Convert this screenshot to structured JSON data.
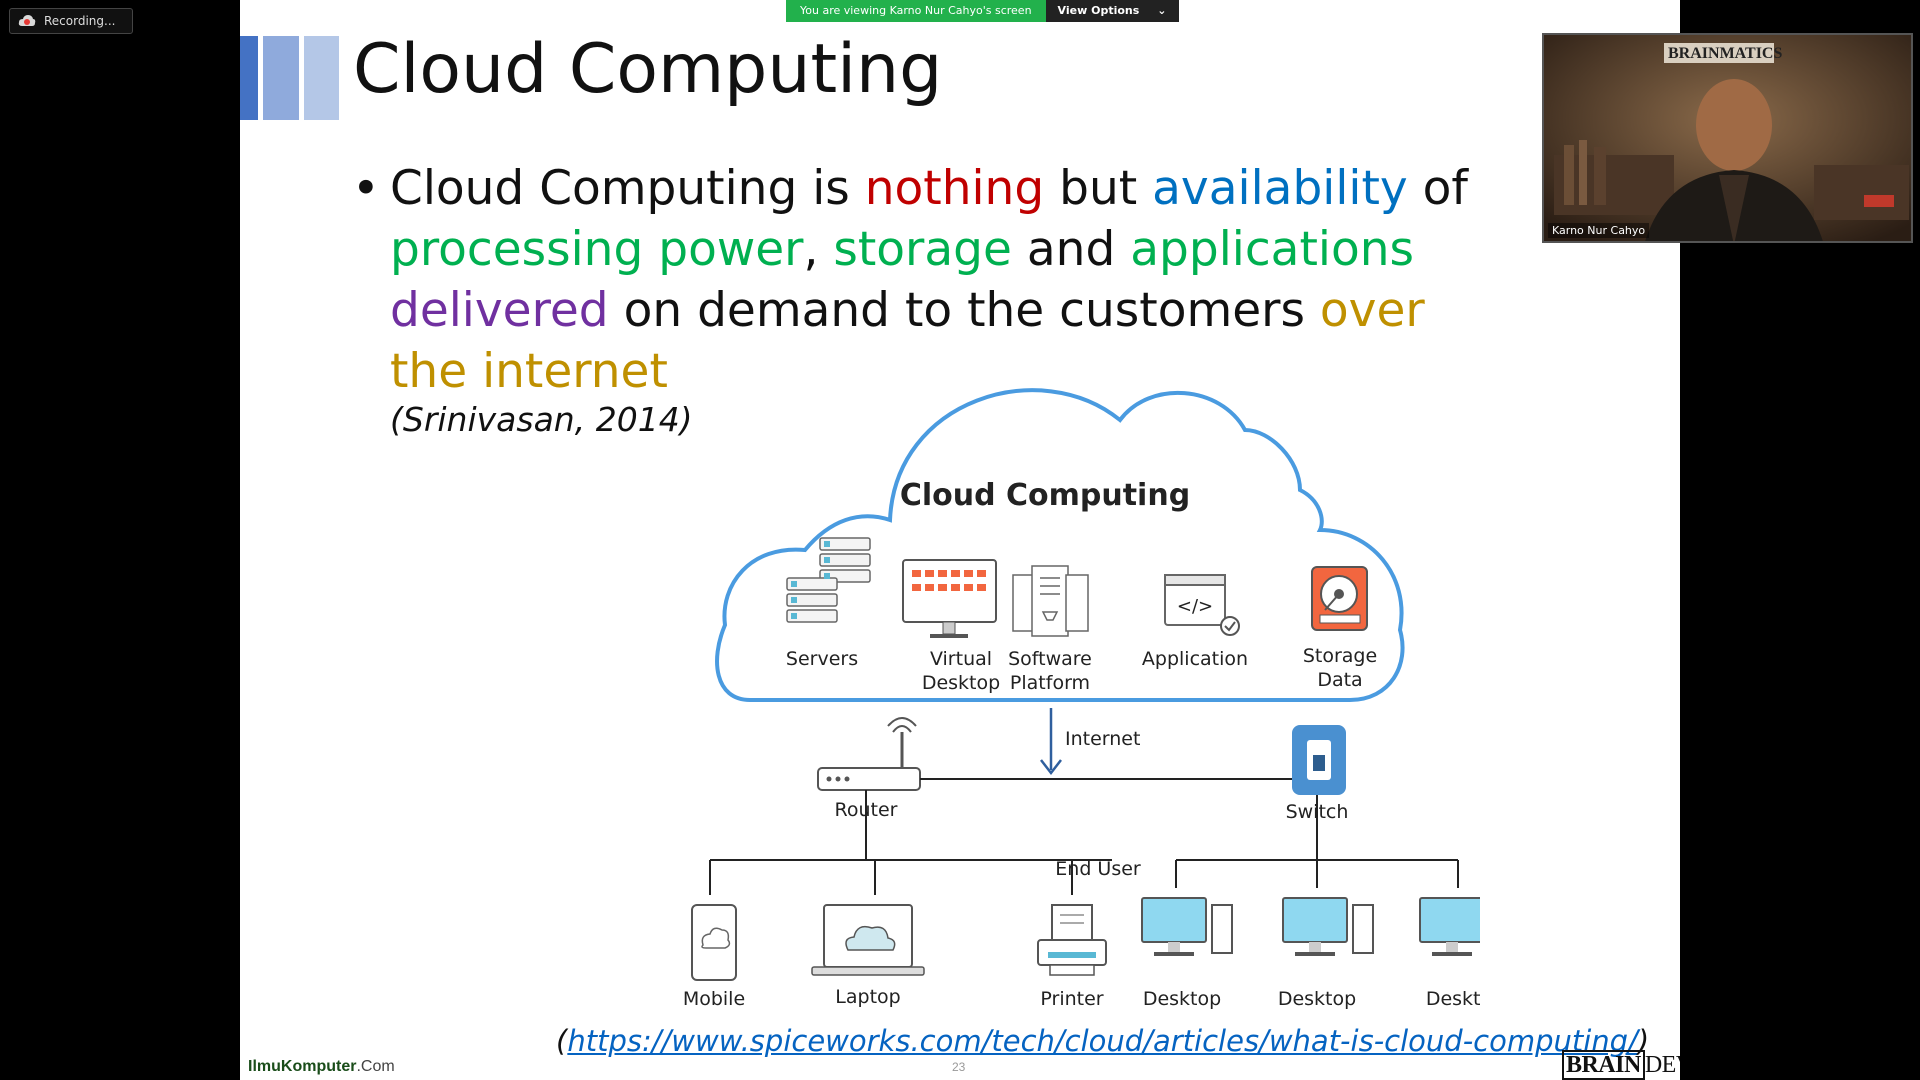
{
  "recording": {
    "label": "Recording..."
  },
  "zoom": {
    "viewing_text": "You are viewing Karno Nur Cahyo's screen",
    "view_options_label": "View Options",
    "participant_name": "Karno Nur Cahyo",
    "video_logo_text": "BRAINMATICS"
  },
  "slide": {
    "title": "Cloud Computing",
    "bullet": {
      "symbol": "•",
      "p1": "Cloud Computing is ",
      "w_nothing": "nothing",
      "p2": " but ",
      "w_availability": "availability",
      "p3": " of ",
      "w_processing": "processing power",
      "p4": ", ",
      "w_storage": "storage",
      "p5": " and ",
      "w_applications": "applications",
      "p6": " ",
      "w_delivered": "delivered",
      "p7": " on demand to the customers ",
      "w_internet": "over the internet"
    },
    "citation": "(Srinivasan, 2014)",
    "source_open": "(",
    "source_url": "https://www.spiceworks.com/tech/cloud/articles/what-is-cloud-computing/",
    "source_close": ")",
    "slide_number": "23",
    "brand_left_main": "IlmuKomputer",
    "brand_left_com": ".Com",
    "brand_right_a": "BRAIN",
    "brand_right_b": "DEVS"
  },
  "diagram": {
    "title": "Cloud Computing",
    "services": [
      "Servers",
      "Virtual",
      "Desktop",
      "Software",
      "Platform",
      "Application",
      "Storage",
      "Data"
    ],
    "internet_label": "Internet",
    "router_label": "Router",
    "switch_label": "Switch",
    "end_user_label": "End User",
    "devices": [
      "Mobile",
      "Laptop",
      "Printer",
      "Desktop",
      "Desktop",
      "Desktop"
    ]
  },
  "colors": {
    "accent_blue": "#4472c4",
    "cloud_outline": "#3b8fd8",
    "zoom_green": "#22b14c"
  }
}
